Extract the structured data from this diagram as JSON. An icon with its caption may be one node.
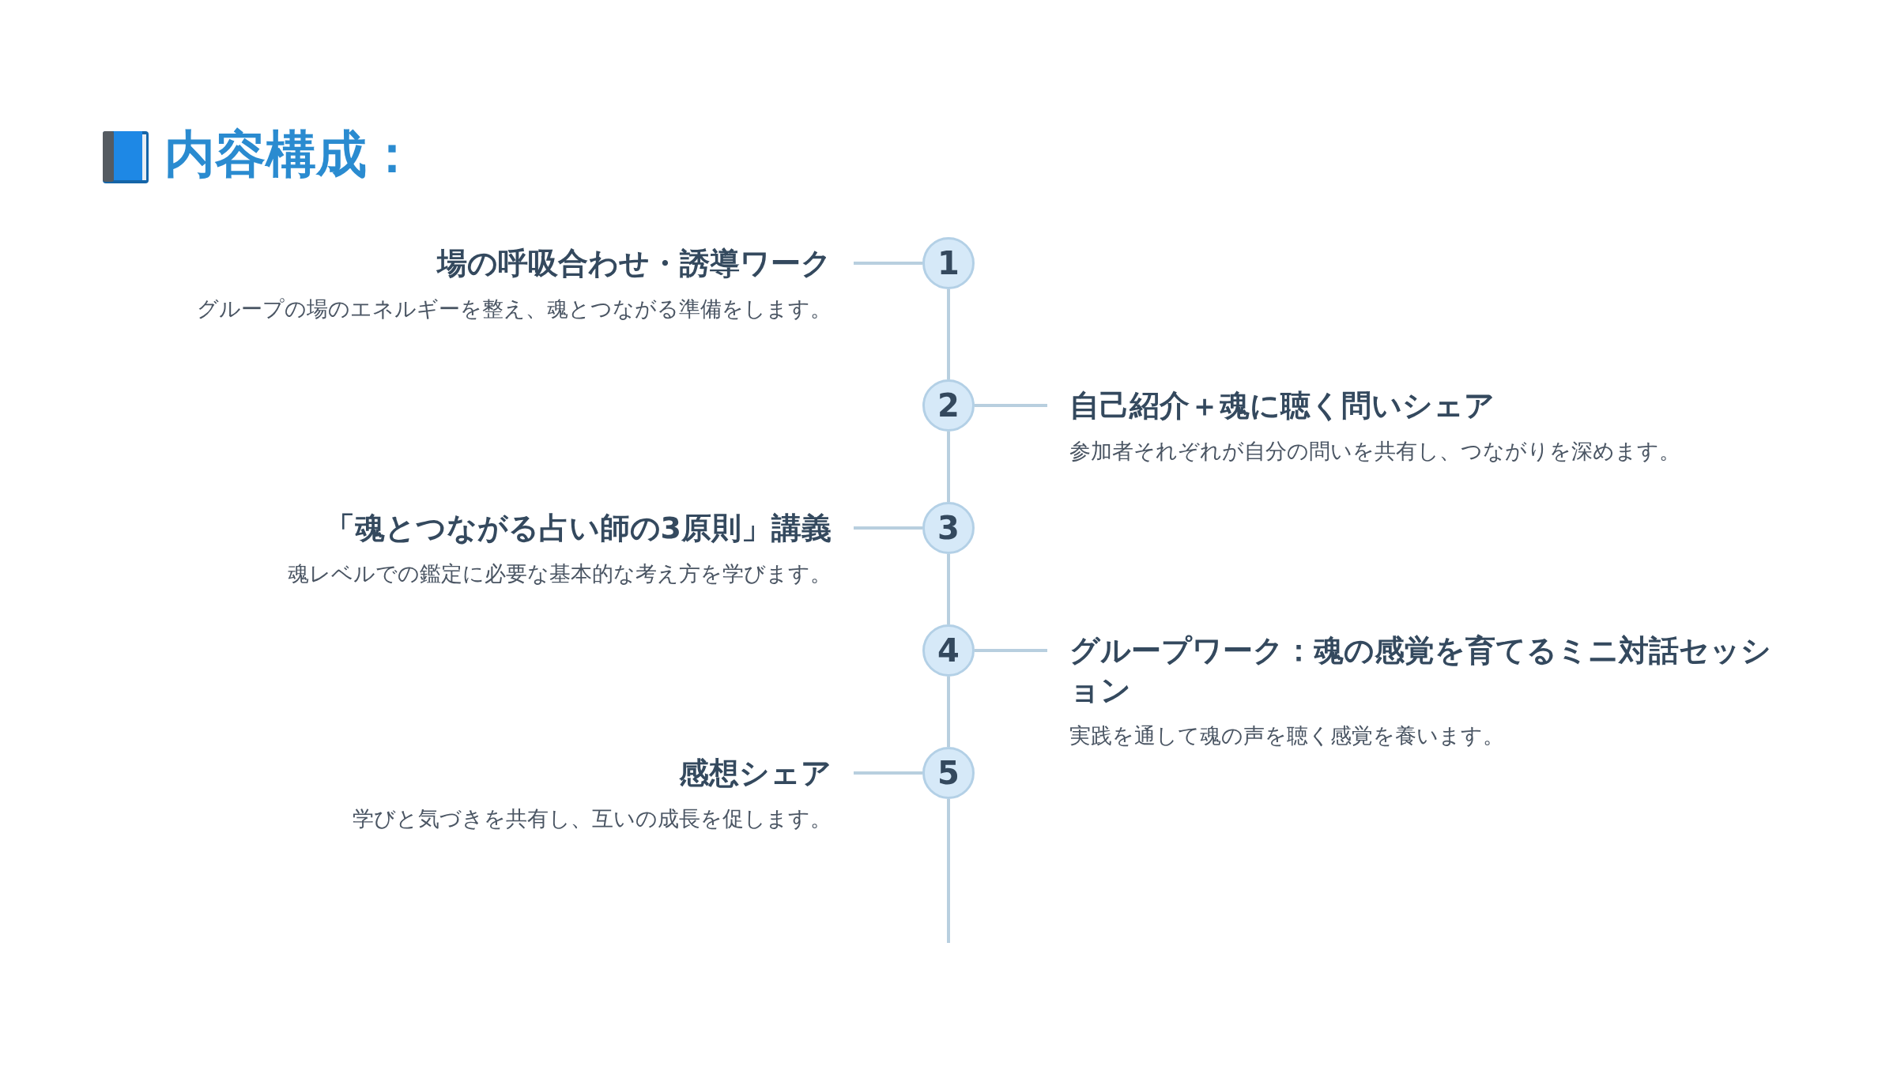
{
  "diagram": {
    "title": "内容構成：",
    "nodes": [
      {
        "text": [
          "場の呼吸合わせ・誘導ワーク",
          "グループの場のエネルギーを整え、魂とつながる準備をします。"
        ]
      },
      {
        "text": [
          "1"
        ]
      },
      {
        "text": [
          "2"
        ]
      },
      {
        "text": [
          "自己紹介＋魂に聴く問いシェア",
          "参加者それぞれが自分の問いを共有し、つながりを深めます。"
        ]
      },
      {
        "text": [
          "「魂とつながる占い師の3原則」講義",
          "魂レベルでの鑑定に必要な基本的な考え方を学びます。"
        ]
      },
      {
        "text": [
          "3"
        ]
      },
      {
        "text": [
          "4"
        ]
      },
      {
        "text": [
          "グループワーク：魂の感覚を育てるミニ対話セッション",
          "実践を通して魂の声を聴く感覚を養います。"
        ]
      },
      {
        "text": [
          "感想シェア",
          "学びと気づきを共有し、互いの成長を促します。"
        ]
      },
      {
        "text": [
          "5"
        ]
      }
    ],
    "edges": [
      {
        "from": 0,
        "to": 1,
        "arrow": "none"
      },
      {
        "from": 3,
        "to": 2,
        "arrow": "none"
      },
      {
        "from": 4,
        "to": 5,
        "arrow": "none"
      },
      {
        "from": 7,
        "to": 6,
        "arrow": "none"
      },
      {
        "from": 8,
        "to": 9,
        "arrow": "none"
      },
      {
        "from": 1,
        "to": 2,
        "arrow": "none"
      },
      {
        "from": 2,
        "to": 5,
        "arrow": "none"
      },
      {
        "from": 5,
        "to": 6,
        "arrow": "none"
      },
      {
        "from": 6,
        "to": 9,
        "arrow": "none"
      },
      {
        "from": 9,
        "to": null,
        "arrow": "none"
      }
    ]
  }
}
